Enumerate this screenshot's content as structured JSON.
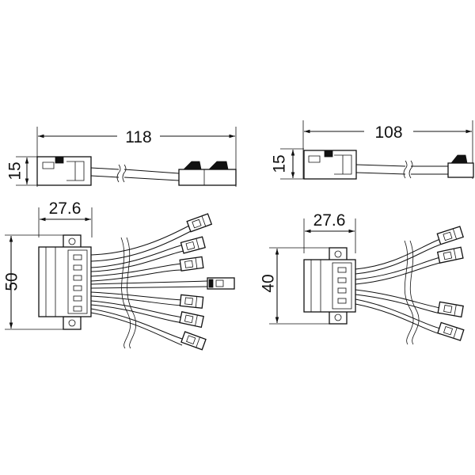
{
  "views": {
    "six_way": {
      "side_length": "118",
      "side_height": "15",
      "front_width": "27.6",
      "front_height": "50"
    },
    "four_way": {
      "side_length": "108",
      "side_height": "15",
      "front_width": "27.6",
      "front_height": "40"
    }
  }
}
